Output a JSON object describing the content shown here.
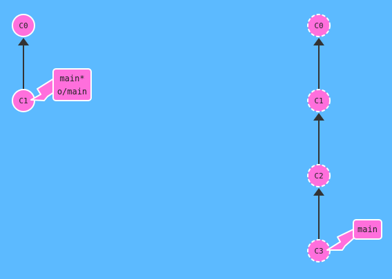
{
  "colors": {
    "background": "#5cbaff",
    "commit_fill": "#ff6fdc",
    "commit_stroke": "#ffffff",
    "edge": "#333333",
    "branch_fill": "#ff6fdc",
    "branch_stroke": "#ffffff",
    "branch_arrow": "#ff6fdc"
  },
  "local_repo": {
    "commits": [
      {
        "id": "C0",
        "label": "C0",
        "style": "solid"
      },
      {
        "id": "C1",
        "label": "C1",
        "style": "solid"
      }
    ],
    "edges": [
      {
        "from": "C1",
        "to": "C0"
      }
    ],
    "branch_label": {
      "lines": [
        "main*",
        "o/main"
      ],
      "points_to": "C1"
    }
  },
  "remote_repo": {
    "commits": [
      {
        "id": "C0",
        "label": "C0",
        "style": "dashed"
      },
      {
        "id": "C1",
        "label": "C1",
        "style": "dashed"
      },
      {
        "id": "C2",
        "label": "C2",
        "style": "dashed"
      },
      {
        "id": "C3",
        "label": "C3",
        "style": "dashed"
      }
    ],
    "edges": [
      {
        "from": "C1",
        "to": "C0"
      },
      {
        "from": "C2",
        "to": "C1"
      },
      {
        "from": "C3",
        "to": "C2"
      }
    ],
    "branch_label": {
      "lines": [
        "main"
      ],
      "points_to": "C3"
    }
  }
}
